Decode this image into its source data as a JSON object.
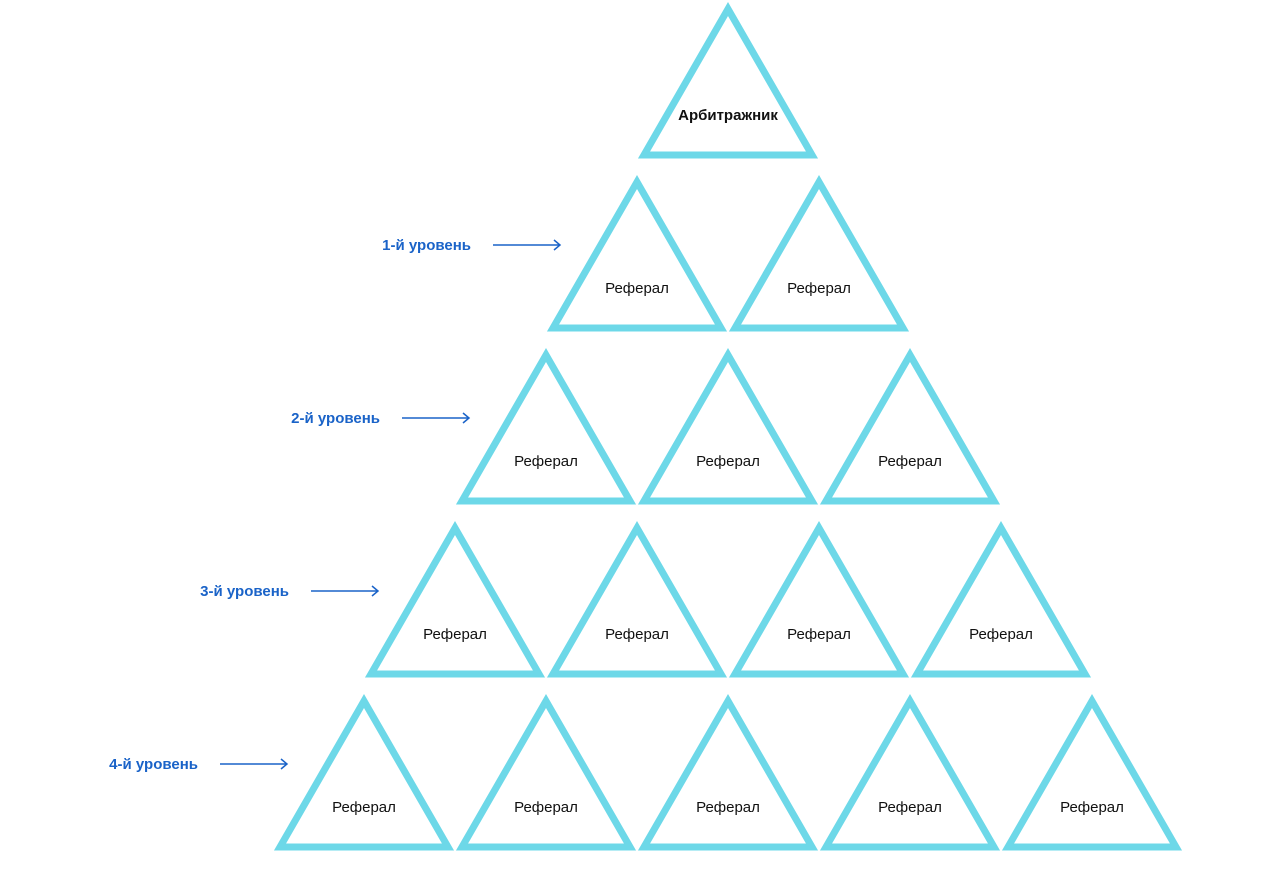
{
  "diagram": {
    "root_label": "Арбитражник",
    "node_label": "Реферал",
    "levels": [
      {
        "label": "1-й уровень",
        "count": 2
      },
      {
        "label": "2-й уровень",
        "count": 3
      },
      {
        "label": "3-й уровень",
        "count": 4
      },
      {
        "label": "4-й уровень",
        "count": 5
      }
    ],
    "colors": {
      "triangle_stroke": "#6dd8e8",
      "level_text": "#1a63c8",
      "node_text": "#111111"
    }
  }
}
